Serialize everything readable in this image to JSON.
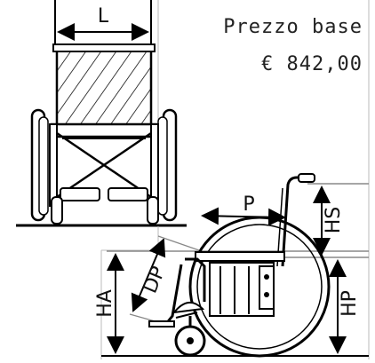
{
  "price": {
    "label": "Prezzo base",
    "value": "€ 842,00"
  },
  "dimensions": {
    "width": "L",
    "depth": "P",
    "seat_depth": "DP",
    "arm_height": "HA",
    "seat_height": "HP",
    "back_height": "HS"
  }
}
